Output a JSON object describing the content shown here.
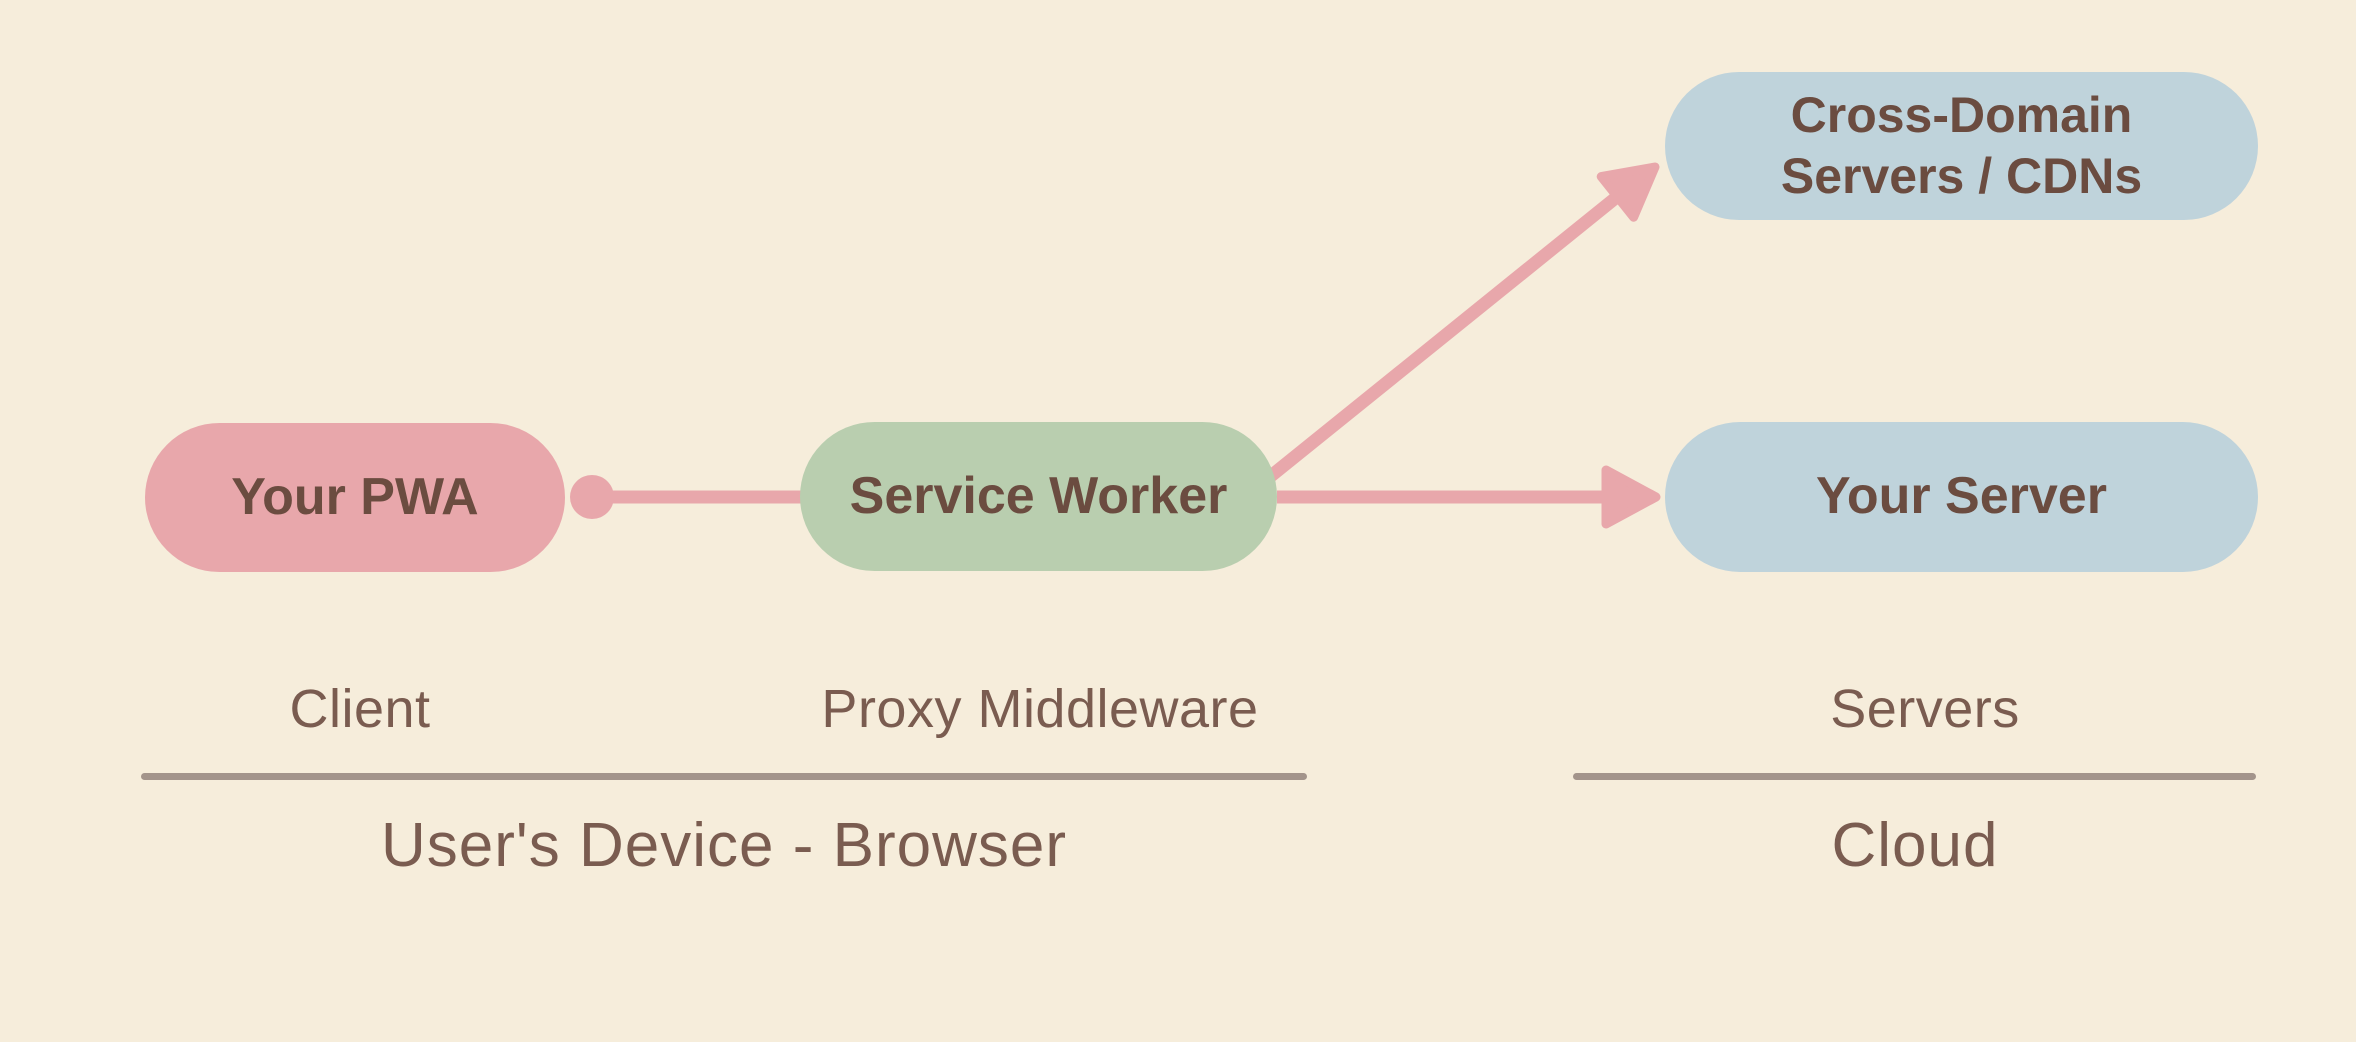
{
  "diagram": {
    "nodes": {
      "pwa": {
        "label": "Your PWA",
        "color": "#E8A7AB"
      },
      "service_worker": {
        "label": "Service Worker",
        "color": "#B9CEAF"
      },
      "cross_domain": {
        "line1": "Cross-Domain",
        "line2": "Servers / CDNs",
        "color": "#BFD3DB"
      },
      "your_server": {
        "label": "Your Server",
        "color": "#BFD3DB"
      }
    },
    "column_labels": {
      "client": "Client",
      "proxy_middleware": "Proxy Middleware",
      "servers": "Servers"
    },
    "section_titles": {
      "device": "User's Device - Browser",
      "cloud": "Cloud"
    },
    "connections": {
      "pwa_to_service_worker": "dot-and-line",
      "service_worker_to_cross_domain": "arrow",
      "service_worker_to_your_server": "arrow"
    },
    "colors": {
      "background": "#F6EDDB",
      "connector": "#E8A7AB",
      "pill_text": "#6B4C40",
      "label_text": "#7A5C50",
      "divider": "#A3948B"
    }
  }
}
